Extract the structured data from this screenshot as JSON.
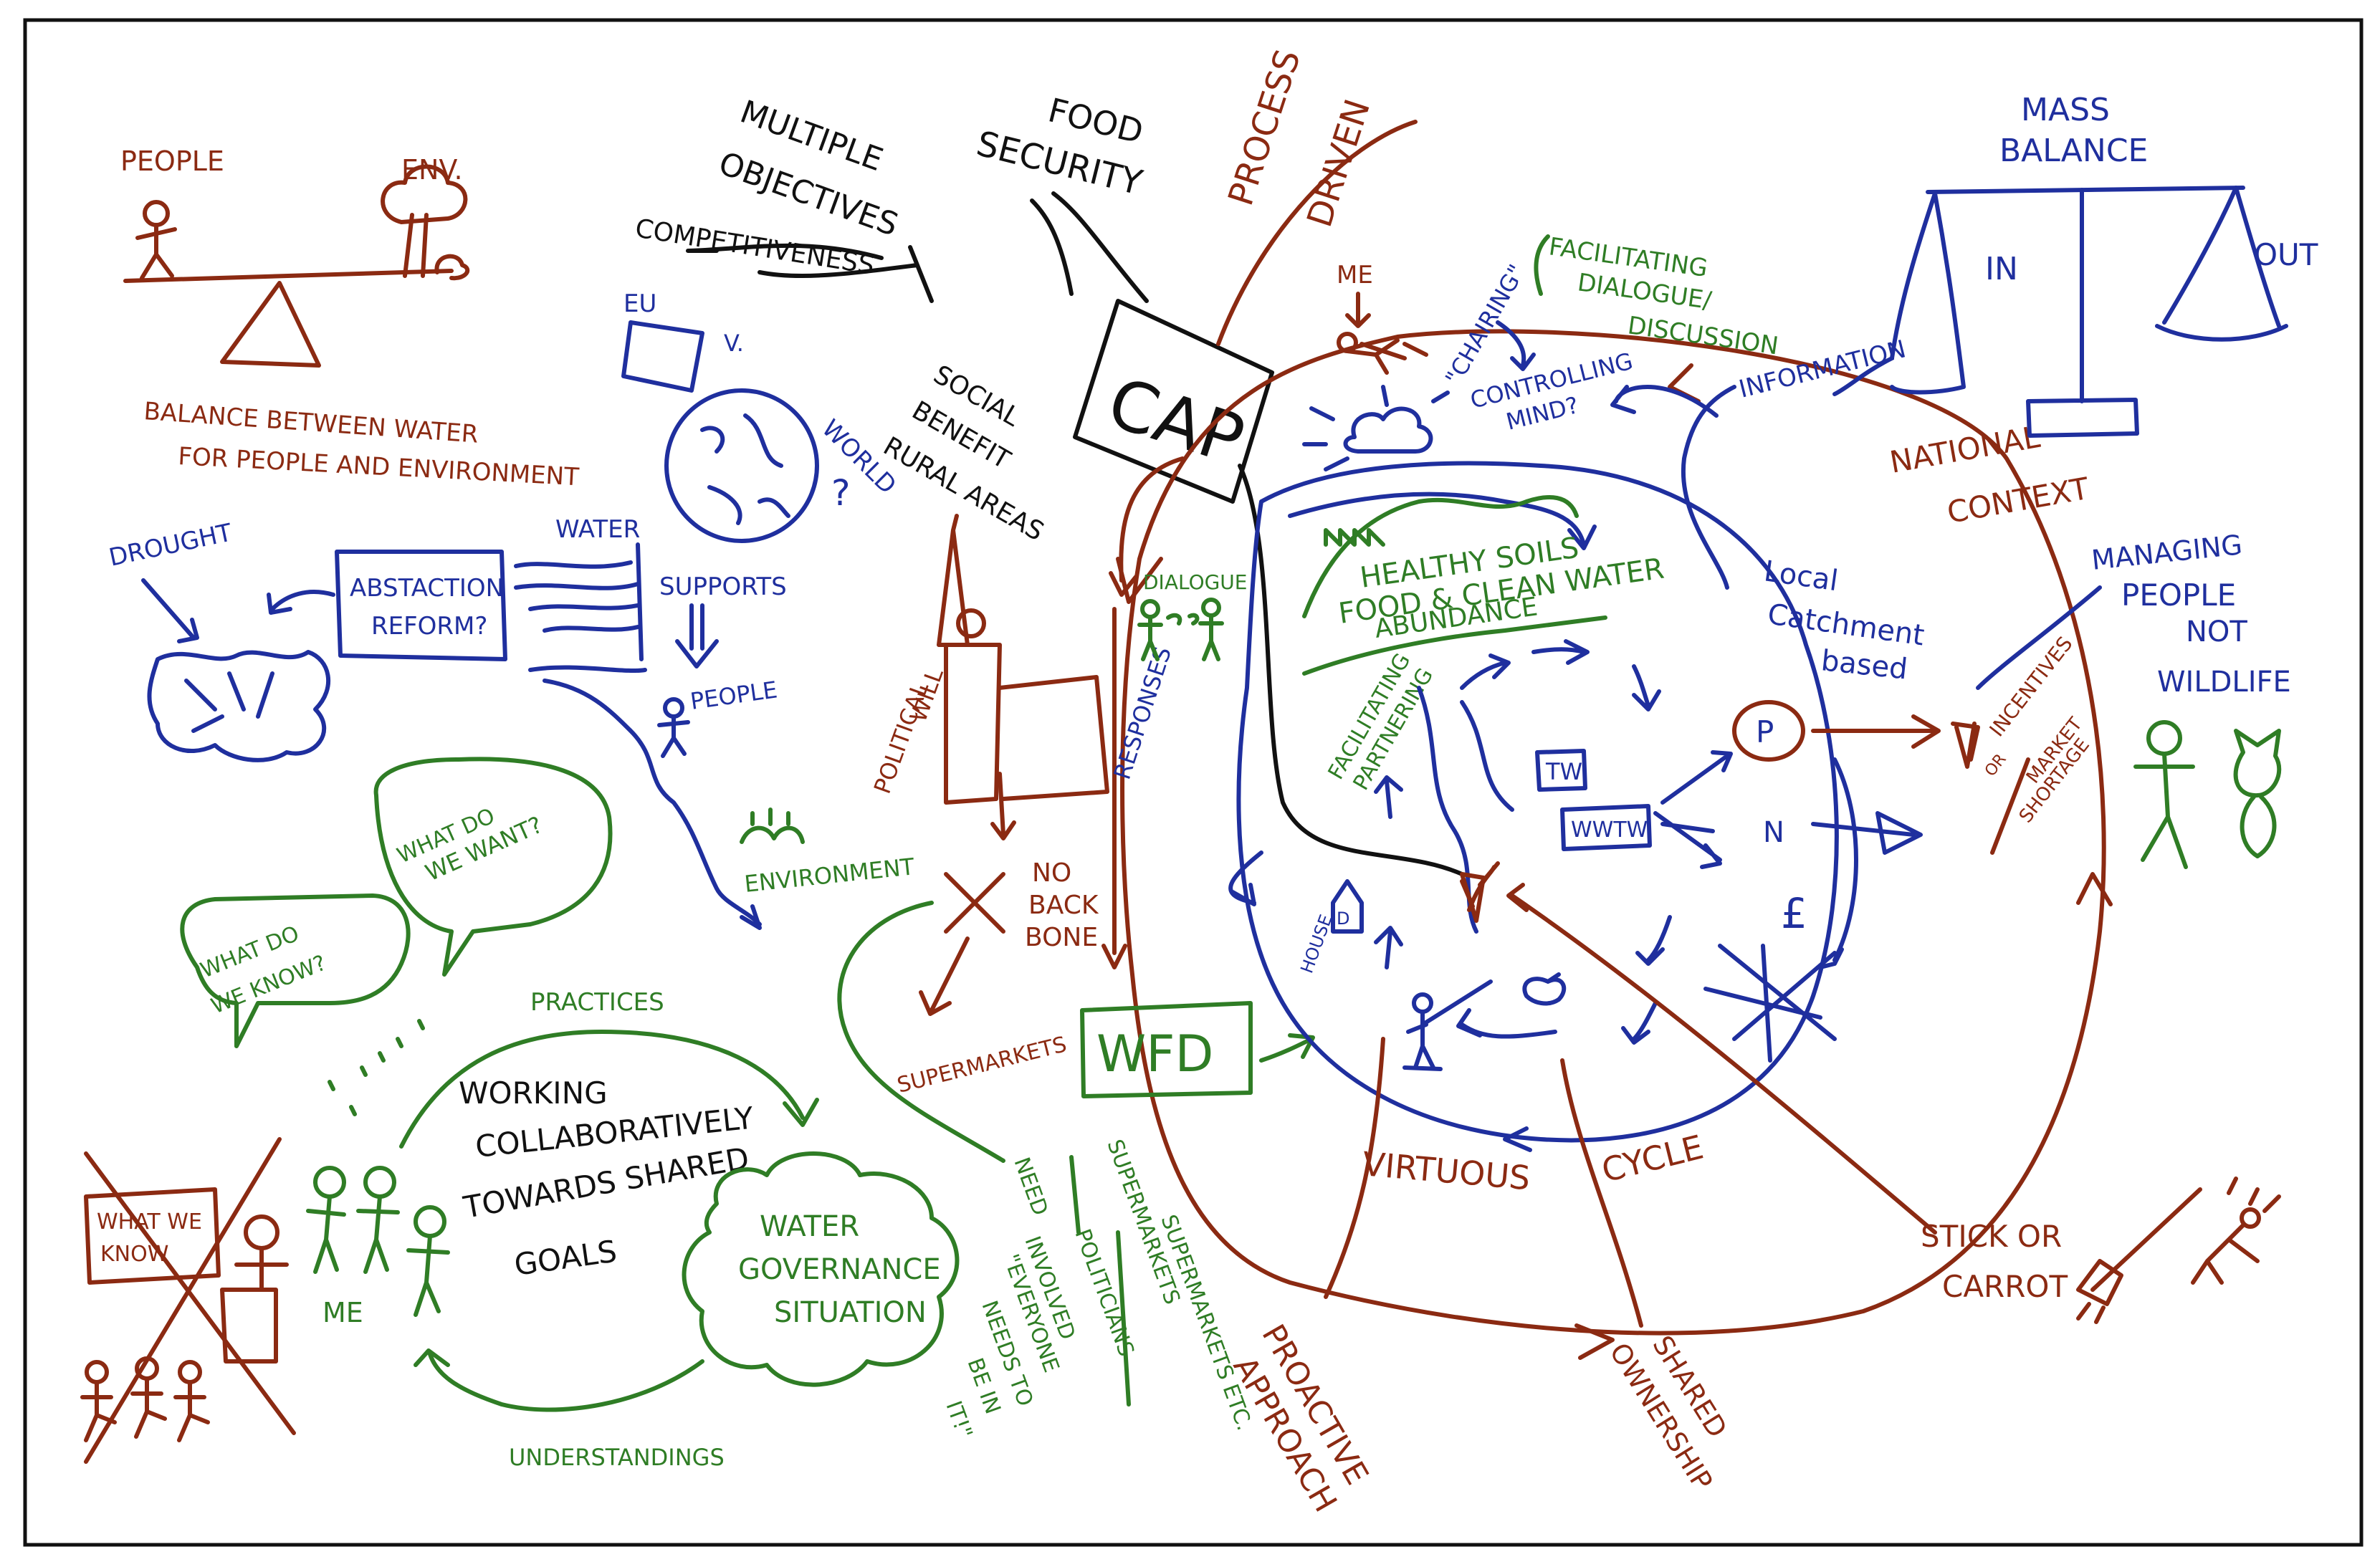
{
  "people_env": {
    "people": "PEOPLE",
    "env": "ENV.",
    "balance_1": "BALANCE BETWEEN WATER",
    "balance_2": "FOR PEOPLE AND ENVIRONMENT"
  },
  "cap_topics": {
    "multiple_1": "MULTIPLE",
    "multiple_2": "OBJECTIVES",
    "food_1": "FOOD",
    "food_2": "SECURITY",
    "competitiveness": "COMPETITIVENESS",
    "social_1": "SOCIAL",
    "social_2": "BENEFIT",
    "social_3": "RURAL AREAS",
    "cap": "CAP"
  },
  "process_driven": {
    "line_1": "PROCESS",
    "line_2": "DRIVEN"
  },
  "world": {
    "eu": "EU",
    "versus": "V.",
    "world": "WORLD",
    "question": "?"
  },
  "water": {
    "drought": "DROUGHT",
    "abstraction_1": "ABSTACTION",
    "abstraction_2": "REFORM?",
    "water": "WATER",
    "supports": "SUPPORTS",
    "people": "PEOPLE",
    "environment": "ENVIRONMENT"
  },
  "political": {
    "political_will_1": "POLITICAL",
    "political_will_2": "WILL",
    "no_backbone_1": "NO",
    "no_backbone_2": "BACK",
    "no_backbone_3": "BONE",
    "supermarkets": "SUPERMARKETS",
    "wfd": "WFD",
    "responses": "RESPONSES",
    "dialogue": "DIALOGUE"
  },
  "chairing": {
    "me": "ME",
    "chairing": "\"CHAIRING\"",
    "controlling_1": "CONTROLLING",
    "controlling_2": "MIND?",
    "facilitating_1": "FACILITATING",
    "facilitating_2": "DIALOGUE/",
    "facilitating_3": "DISCUSSION",
    "information": "INFORMATION"
  },
  "mass_balance": {
    "line_1": "MASS",
    "line_2": "BALANCE",
    "in": "IN",
    "out": "OUT"
  },
  "catchment": {
    "healthy_1": "HEALTHY SOILS",
    "healthy_2": "FOOD & CLEAN WATER",
    "healthy_3": "ABUNDANCE",
    "local_1": "Local",
    "local_2": "Catchment",
    "local_3": "based",
    "fac_1": "FACILITATING",
    "fac_2": "PARTNERING",
    "tw": "TW",
    "wwtw": "WWTW",
    "p": "P",
    "n": "N",
    "pound": "£",
    "house": "HOUSE",
    "d": "D"
  },
  "national_context": {
    "line_1": "NATIONAL",
    "line_2": "CONTEXT"
  },
  "managing": {
    "line_1": "MANAGING",
    "line_2": "PEOPLE",
    "line_3": "NOT",
    "line_4": "WILDLIFE",
    "incentives": "INCENTIVES",
    "or": "OR",
    "market": "MARKET",
    "shortage": "SHORTAGE"
  },
  "cycle": {
    "virtuous": "VIRTUOUS",
    "cycle": "CYCLE",
    "proactive_1": "PROACTIVE",
    "proactive_2": "APPROACH",
    "shared_1": "SHARED",
    "shared_2": "OWNERSHIP",
    "stick_1": "STICK OR",
    "stick_2": "CARROT"
  },
  "governance": {
    "what_know_1": "WHAT DO",
    "what_know_2": "WE KNOW?",
    "what_want_1": "WHAT DO",
    "what_want_2": "WE WANT?",
    "practices": "PRACTICES",
    "working_1": "WORKING",
    "working_2": "COLLABORATIVELY",
    "working_3": "TOWARDS SHARED",
    "working_4": "GOALS",
    "me": "ME",
    "cloud_1": "WATER",
    "cloud_2": "GOVERNANCE",
    "cloud_3": "SITUATION",
    "understandings": "UNDERSTANDINGS",
    "what_we_know_1": "WHAT WE",
    "what_we_know_2": "KNOW",
    "need": "NEED",
    "involved_1": "INVOLVED",
    "involved_2": "\"EVERYONE",
    "involved_3": "NEEDS TO",
    "involved_4": "BE IN",
    "involved_5": "IT!\"",
    "sup_1": "SUPERMARKETS",
    "sup_2": "POLITICIANS",
    "etc": "SUPERMARKETS ETC."
  },
  "colors": {
    "red": "#8b2a12",
    "blue": "#1f2f9e",
    "green": "#2f7d25",
    "black": "#111111"
  }
}
